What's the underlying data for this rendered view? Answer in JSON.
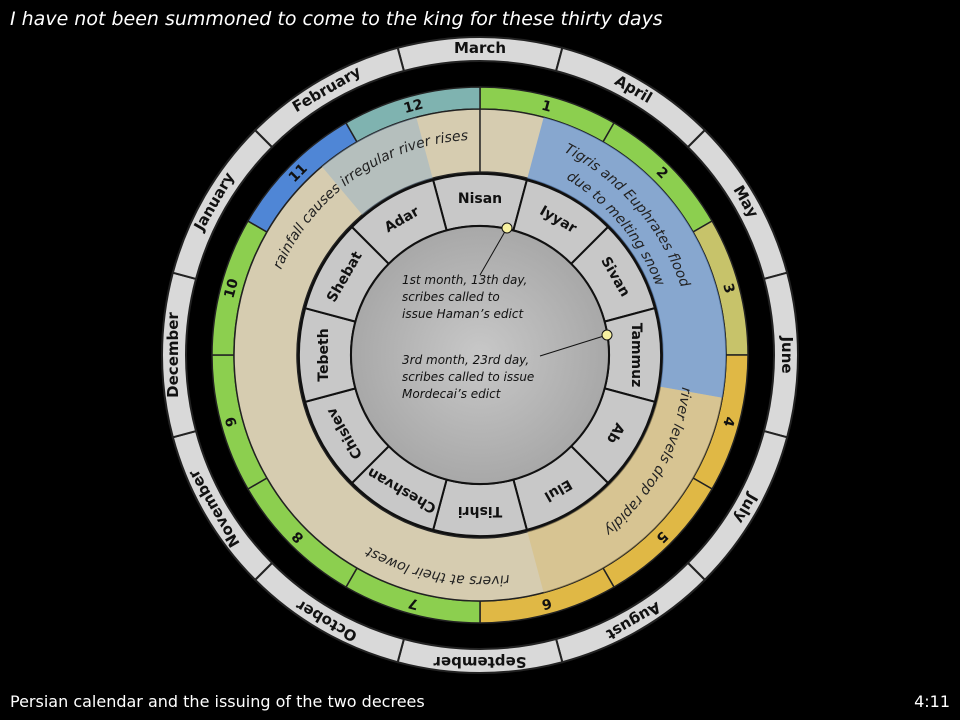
{
  "title": "I have not been summoned to come to the king for these thirty days",
  "footer": {
    "caption": "Persian calendar and the issuing of the two decrees",
    "reference": "4:11"
  },
  "gregorian_months": [
    "March",
    "April",
    "May",
    "June",
    "July",
    "August",
    "September",
    "October",
    "November",
    "December",
    "January",
    "February"
  ],
  "hebrew_month_numbers": [
    "1",
    "2",
    "3",
    "4",
    "5",
    "6",
    "7",
    "8",
    "9",
    "10",
    "11",
    "12"
  ],
  "hebrew_month_names": [
    "Nisan",
    "Iyyar",
    "Sivan",
    "Tammuz",
    "Ab",
    "Elul",
    "Tishri",
    "Cheshvan",
    "Chislev",
    "Tebeth",
    "Shebat",
    "Adar"
  ],
  "seasons": {
    "flood": [
      "Tigris and Euphrates flood",
      "due to melting snow"
    ],
    "drop": "river levels drop rapidly",
    "lowest": "rivers at their lowest",
    "rainfall": "rainfall causes irregular river rises"
  },
  "decrees": [
    {
      "lines": [
        "1st month, 13th day,",
        "scribes called to",
        "issue Haman’s edict"
      ],
      "month": 1,
      "day": 13
    },
    {
      "lines": [
        "3rd month, 23rd day,",
        "scribes called to issue",
        "Mordecai’s edict"
      ],
      "month": 3,
      "day": 23
    }
  ],
  "colors": {
    "green": "#8ccf4f",
    "blue": "#4f86d6",
    "gold": "#e0b845",
    "beige": "#d6ccb0",
    "grey_ring": "#d9d9d9",
    "inner_grey": "#b4b4b4",
    "marker": "#f7f1a0"
  }
}
